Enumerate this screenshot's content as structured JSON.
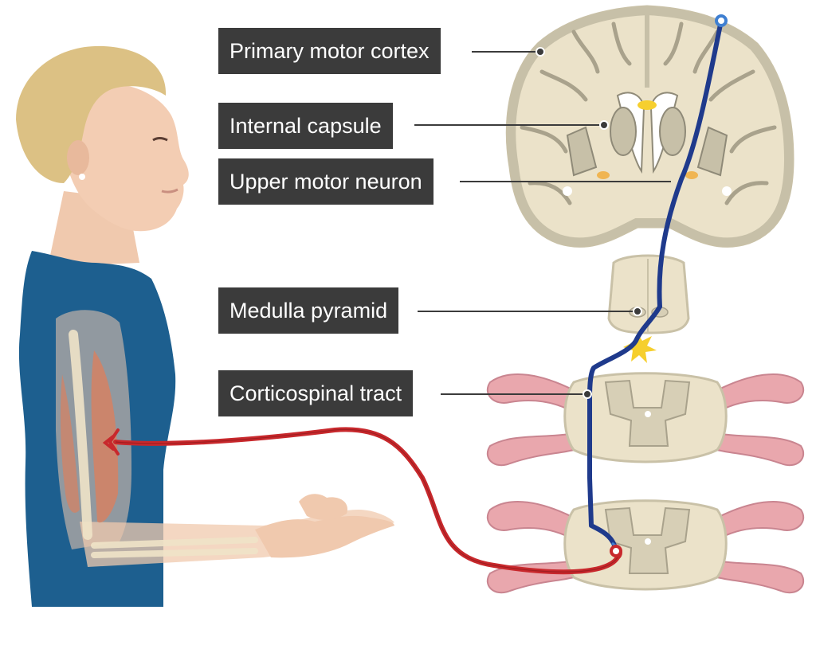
{
  "labels": {
    "primary_motor_cortex": "Primary motor cortex",
    "internal_capsule": "Internal capsule",
    "upper_motor_neuron": "Upper motor neuron",
    "medulla_pyramid": "Medulla pyramid",
    "corticospinal_tract": "Corticospinal tract"
  },
  "colors": {
    "upper_motor_neuron": "#1f3a8c",
    "lower_motor_neuron": "#c8282c",
    "label_background": "#3b3b3b",
    "label_text": "#ffffff",
    "shirt": "#1d5f8f",
    "skin": "#f0c9ae",
    "hair": "#dcc184",
    "brain_white_matter": "#ebe2c9",
    "brain_grey_matter": "#c7c0a8",
    "spinal_nerve": "#e9a7ad",
    "synapse_spark": "#f6cf2e"
  }
}
